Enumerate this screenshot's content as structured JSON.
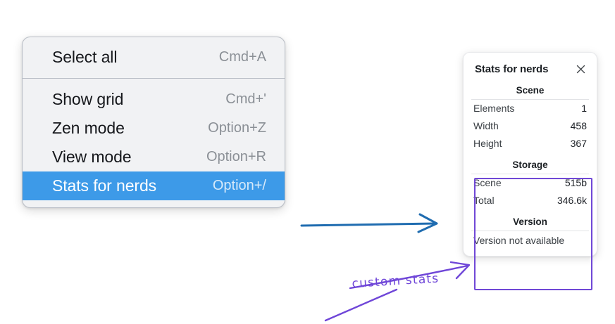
{
  "colors": {
    "menu_background": "#f1f2f4",
    "menu_border": "#b9bec6",
    "selection_blue": "#3d9ae8",
    "annotation_purple": "#6f46d8",
    "annotation_blue": "#1f6cb0",
    "panel_background": "#ffffff",
    "text_primary": "#16181c",
    "shortcut_grey": "#8b9096"
  },
  "context_menu": {
    "groups": [
      {
        "items": [
          {
            "label": "Select all",
            "shortcut": "Cmd+A",
            "selected": false,
            "name": "menu-item-select-all"
          }
        ]
      },
      {
        "items": [
          {
            "label": "Show grid",
            "shortcut": "Cmd+'",
            "selected": false,
            "name": "menu-item-show-grid"
          },
          {
            "label": "Zen mode",
            "shortcut": "Option+Z",
            "selected": false,
            "name": "menu-item-zen-mode"
          },
          {
            "label": "View mode",
            "shortcut": "Option+R",
            "selected": false,
            "name": "menu-item-view-mode"
          },
          {
            "label": "Stats for nerds",
            "shortcut": "Option+/",
            "selected": true,
            "name": "menu-item-stats-for-nerds"
          }
        ]
      }
    ]
  },
  "stats_panel": {
    "title": "Stats for nerds",
    "close_icon": "close-icon",
    "sections": [
      {
        "heading": "Scene",
        "name": "stats-section-scene",
        "rows": [
          {
            "key": "Elements",
            "value": "1"
          },
          {
            "key": "Width",
            "value": "458"
          },
          {
            "key": "Height",
            "value": "367"
          }
        ]
      },
      {
        "heading": "Storage",
        "name": "stats-section-storage",
        "rows": [
          {
            "key": "Scene",
            "value": "515b"
          },
          {
            "key": "Total",
            "value": "346.6k"
          }
        ]
      },
      {
        "heading": "Version",
        "name": "stats-section-version",
        "note": "Version not available",
        "rows": []
      }
    ]
  },
  "annotations": {
    "handwritten_label": "custom stats",
    "blue_arrow_name": "blue-arrow-icon",
    "purple_arrow_name": "purple-arrow-icon",
    "purple_stroke_name": "purple-underline-stroke-icon",
    "highlight_box_name": "purple-highlight-box"
  }
}
